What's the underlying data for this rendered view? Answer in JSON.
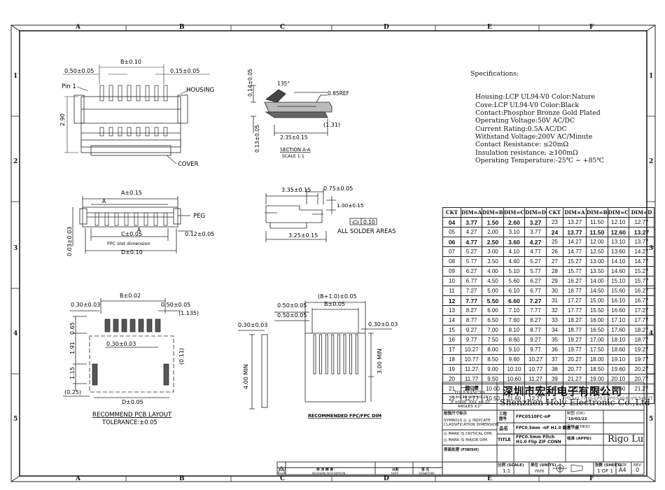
{
  "frame": {
    "columns": [
      "A",
      "B",
      "C",
      "D",
      "E",
      "F"
    ],
    "rows": [
      "1",
      "2",
      "3",
      "4",
      "5"
    ]
  },
  "specifications": {
    "heading": "Specifications:",
    "lines": [
      "Housing:LCP UL94-V0 Color:Nature",
      "Cove:LCP UL94-V0 Color:Black",
      "Contact:Phosphor Bronze Gold Plated",
      "Operating Voltage:50V AC/DC",
      "Current Rating:0.5A AC/DC",
      "Withstand Voltage:200V AC/Minute",
      "Contact Resistance: ≤20mΩ",
      "Insulation resistance: ≥100mΩ",
      "Operating Temperature:-25℃ ~ +85℃"
    ]
  },
  "top_view": {
    "dims": [
      "B±0.10",
      "0.50±0.05",
      "0.15±0.05",
      "2.90"
    ],
    "labels": [
      "Pin 1",
      "HOUSING",
      "COVER"
    ]
  },
  "section_view": {
    "dims": [
      "0.14±0.05",
      "135°",
      "0.85REF",
      "(1.31)",
      "2.35±0.15",
      "0.13±0.05"
    ],
    "title": "SECTION A-A",
    "scale": "SCALE 1:1"
  },
  "front_view": {
    "dims": [
      "A±0.15",
      "C±0.05",
      "D±0.10",
      "0.12±0.05",
      "0.03±0.03"
    ],
    "labels": [
      "A",
      "A",
      "PEG",
      "FPC slot dimension"
    ]
  },
  "side_view": {
    "dims": [
      "3.35±0.15",
      "0.75±0.05",
      "1.00±0.15",
      "3.25±0.15"
    ],
    "flatness": "0.10",
    "note": "ALL SOLDER AREAS"
  },
  "pcb_layout": {
    "dims": [
      "B±0.02",
      "0.30±0.03",
      "0.50±0.05",
      "(1.135)",
      "0.65",
      "1.91",
      "0.30±0.03",
      "(0.11)",
      "1.15",
      "(0.25)",
      "D±0.05"
    ],
    "title": "RECOMMEND PCB LAYOUT",
    "tolerance": "TOLERANCE:±0.05"
  },
  "fpc_dim": {
    "dims": [
      "(B+1.0)±0.05",
      "B±0.05",
      "0.50±0.05",
      "0.50±0.05",
      "0.30±0.03",
      "0.30±0.03",
      "3.00 MIN",
      "4.00 MIN"
    ],
    "title": "RECOMMENDED FPC/FPC DIM"
  },
  "dim_table": {
    "headers": [
      "CKT",
      "DIM=A",
      "DIM=B",
      "DIM=C",
      "DIM=D",
      "CKT",
      "DIM=A",
      "DIM=B",
      "DIM=C",
      "DIM=D"
    ],
    "rows": [
      [
        "04",
        "3.77",
        "1.50",
        "2.60",
        "3.27",
        "23",
        "13.27",
        "11.50",
        "12.10",
        "12.77"
      ],
      [
        "05",
        "4.27",
        "2.00",
        "3.10",
        "3.77",
        "24",
        "13.77",
        "11.50",
        "12.60",
        "13.27"
      ],
      [
        "06",
        "4.77",
        "2.50",
        "3.60",
        "4.27",
        "25",
        "14.27",
        "12.00",
        "13.10",
        "13.77"
      ],
      [
        "07",
        "5.27",
        "3.00",
        "4.10",
        "4.77",
        "26",
        "14.77",
        "12.50",
        "13.60",
        "14.27"
      ],
      [
        "08",
        "5.77",
        "3.50",
        "4.60",
        "5.27",
        "27",
        "15.27",
        "13.00",
        "14.10",
        "14.77"
      ],
      [
        "09",
        "6.27",
        "4.00",
        "5.10",
        "5.77",
        "28",
        "15.77",
        "13.50",
        "14.60",
        "15.27"
      ],
      [
        "10",
        "6.77",
        "4.50",
        "5.60",
        "6.27",
        "29",
        "16.27",
        "14.00",
        "15.10",
        "15.77"
      ],
      [
        "11",
        "7.27",
        "5.00",
        "6.10",
        "6.77",
        "30",
        "16.77",
        "14.50",
        "15.60",
        "16.27"
      ],
      [
        "12",
        "7.77",
        "5.50",
        "6.60",
        "7.27",
        "31",
        "17.27",
        "15.00",
        "16.10",
        "16.77"
      ],
      [
        "13",
        "8.27",
        "6.00",
        "7.10",
        "7.77",
        "32",
        "17.77",
        "15.50",
        "16.60",
        "17.27"
      ],
      [
        "14",
        "8.77",
        "6.50",
        "7.60",
        "8.27",
        "33",
        "18.27",
        "16.00",
        "17.10",
        "17.77"
      ],
      [
        "15",
        "9.27",
        "7.00",
        "8.10",
        "8.77",
        "34",
        "18.77",
        "16.50",
        "17.60",
        "18.27"
      ],
      [
        "16",
        "9.77",
        "7.50",
        "8.60",
        "9.27",
        "35",
        "19.27",
        "17.00",
        "18.10",
        "18.77"
      ],
      [
        "17",
        "10.27",
        "8.00",
        "9.10",
        "9.77",
        "36",
        "19.77",
        "17.50",
        "18.60",
        "19.27"
      ],
      [
        "18",
        "10.77",
        "8.50",
        "9.60",
        "10.27",
        "37",
        "20.27",
        "18.00",
        "19.10",
        "19.77"
      ],
      [
        "19",
        "11.27",
        "9.00",
        "10.10",
        "10.77",
        "38",
        "20.77",
        "18.50",
        "19.60",
        "20.27"
      ],
      [
        "20",
        "11.77",
        "9.50",
        "10.60",
        "11.27",
        "39",
        "21.27",
        "19.00",
        "20.10",
        "20.77"
      ],
      [
        "21",
        "12.27",
        "10.00",
        "11.10",
        "11.77",
        "40",
        "21.77",
        "19.50",
        "20.60",
        "21.27"
      ],
      [
        "22",
        "12.77",
        "10.50",
        "11.60",
        "12.27",
        "n",
        "n*0.5+1.77",
        "(n-1)*0.5",
        "n*0.5+0.6",
        "n*0.5+1.27"
      ]
    ],
    "bold_rows": [
      0,
      2,
      8
    ]
  },
  "title_block": {
    "tolerances_cn": "一般公差",
    "tolerances_en": "TOLERANCES",
    "tol_l1": "X ±0.40   .XX ±0.20",
    "tol_l2": ".X ±0.30  .XXX ±0.10",
    "tol_l3": "ANGLES    ±2°",
    "company_cn": "深圳市宏利电子有限公司",
    "company_en": "Shenzhen Holy Electronic Co.,Ltd",
    "inspection": "检验尺寸标示",
    "symbols": "SYMBOLS ◎ ◎ INDICATE",
    "classification": "CLASSIFICATION DIMENSION",
    "mark_critical": "◎ MARK IS CRITICAL DIM.",
    "mark_major": "◎ MARK IS MAJOR DIM.",
    "finish": "表面处理 (FINISH)",
    "part_label": "工程 图号",
    "part_no": "FPC0510FC-nP",
    "drawn_label": "制图 (DR)",
    "drawn_date": "'10/03/22",
    "check_label": "审核 (CHKD)",
    "name_label": "品名",
    "name_value": "FPC0.5mm -nP H1.0 翻盖下接",
    "title_label": "TITLE",
    "title_value": "FPC0.5mm Pitch H1.0 Flip ZIF CONN",
    "approve_label": "核准 (APPD)",
    "approver": "Rigo Lu",
    "scale_label": "比例 (SCALE)",
    "scale_value": "1:1",
    "unit_label": "单位 (UNITS)",
    "unit_value": "mm",
    "sheet_label": "张数 (SHEET)",
    "sheet_value": "1 OF 1",
    "size_label": "SIZE",
    "size_value": "A4",
    "rev_label": "REV",
    "rev_value": "0",
    "rev_col1": "修 改 摘 要",
    "rev_col1_en": "REVISION DESCRIPTION",
    "rev_col2": "日期",
    "rev_col2_en": "DATE",
    "rev_col3": "签 名",
    "rev_col3_en": "SIGNATURE",
    "rev_sym": "REV"
  }
}
